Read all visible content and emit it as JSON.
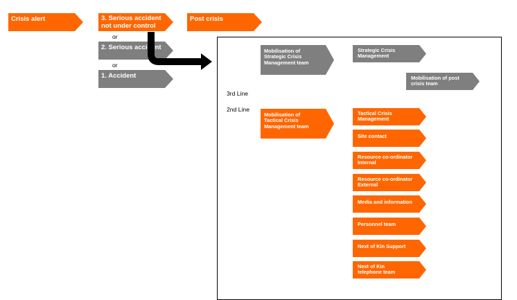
{
  "colors": {
    "orange": "#ff6600",
    "grey": "#7f7f7f",
    "arrow": "#000000"
  },
  "phases": {
    "crisis_alert": "Crisis alert",
    "serious_not_controlled": "3. Serious accident\nnot under control",
    "post_crisis": "Post crisis",
    "serious": "2. Serious accident",
    "accident": "1. Accident",
    "or1": "or",
    "or2": "or"
  },
  "panel": {
    "line3": "3rd Line",
    "line2": "2nd Line",
    "strategic_mobilisation": "Mobilisation of\nStrategic Crisis\nManagement team",
    "strategic_crisis": "Strategic Crisis\nManagement",
    "post_crisis_mobilisation": "Mobilisation of post\ncrisis team",
    "tactical_mobilisation": "Mobilisation of\nTactical Crisis\nManagement team",
    "tactical_items": [
      "Tactical Crisis\nManagement",
      "Site contact",
      "Resource co-ordinator\nInternal",
      "Resource co-ordinator\nExternal",
      "Media and information",
      "Personnel team",
      "Next of Kin  Support",
      "Next of Kin\ntelephone team"
    ]
  }
}
